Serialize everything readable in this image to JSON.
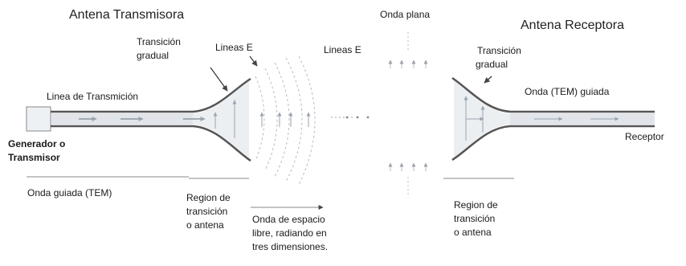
{
  "titles": {
    "transmitter": "Antena Transmisora",
    "receiver": "Antena Receptora"
  },
  "labels": {
    "transicion_tx_1": "Transición",
    "transicion_tx_2": "gradual",
    "lineas_e_1": "Lineas E",
    "lineas_e_2": "Lineas E",
    "onda_plana": "Onda plana",
    "transicion_rx_1": "Transición",
    "transicion_rx_2": "gradual",
    "linea_transmision": "Linea de Transmición",
    "onda_tem_guiada": "Onda (TEM) guiada",
    "generador_1": "Generador o",
    "generador_2": "Transmisor",
    "receptor": "Receptor",
    "onda_guiada": "Onda guiada (TEM)",
    "region_tx_1": "Region de",
    "region_tx_2": "transición",
    "region_tx_3": "o antena",
    "espacio_1": "Onda de espacio",
    "espacio_2": "libre, radiando en",
    "espacio_3": "tres dimensiones.",
    "region_rx_1": "Region de",
    "region_rx_2": "transición",
    "region_rx_3": "o antena"
  },
  "colors": {
    "line": "#555555",
    "guide_fill": "#c8d0d8",
    "field_arrow": "#9aa3ad"
  }
}
